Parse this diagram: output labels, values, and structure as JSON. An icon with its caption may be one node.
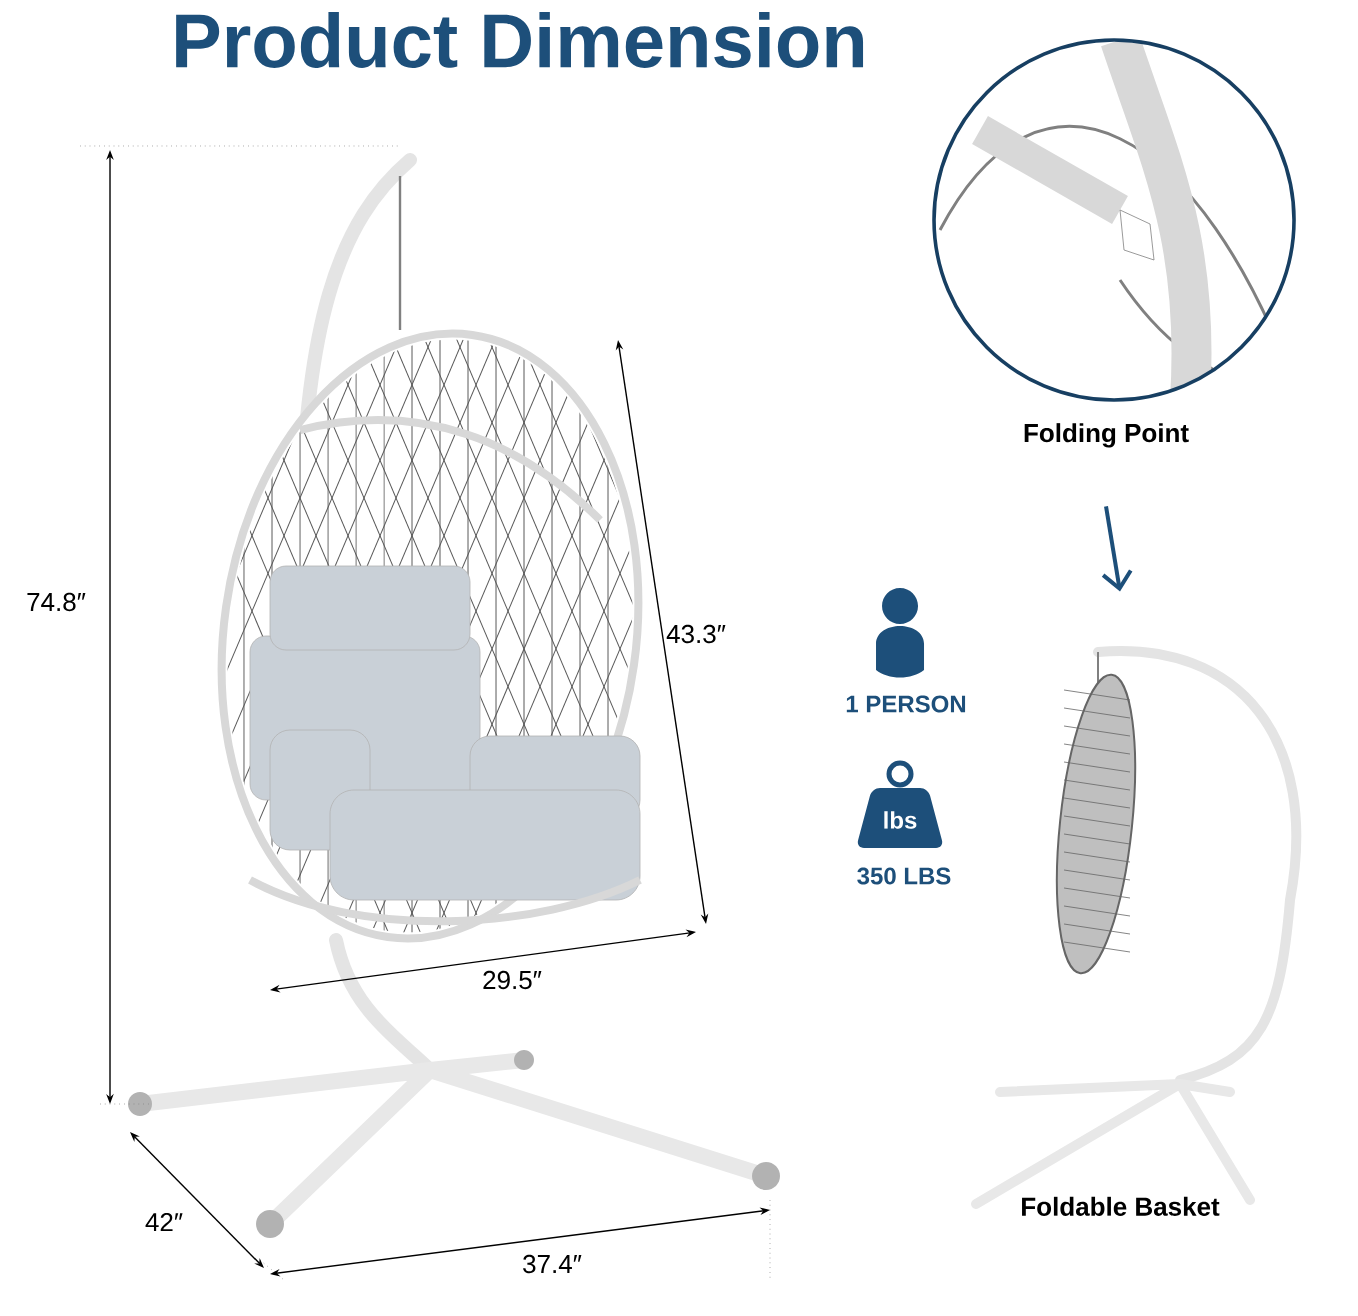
{
  "diagram": {
    "title": "Product Dimension",
    "nodes": [
      {
        "text": [
          "Folding Point"
        ]
      },
      {
        "text": [
          "Foldable Basket"
        ]
      }
    ],
    "edges": [
      {
        "from": 0,
        "to": 1,
        "arrow": "to"
      }
    ],
    "labels": [
      "74.8″",
      "43.3″",
      "1 PERSON",
      "lbs",
      "350 LBS",
      "29.5″",
      "42″",
      "37.4″"
    ]
  }
}
